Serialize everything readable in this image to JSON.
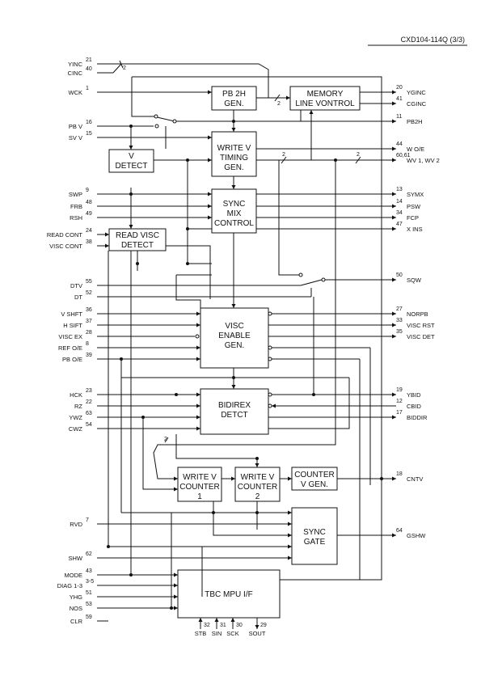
{
  "header": {
    "part_number": "CXD104-114Q (3/3)"
  },
  "blocks": {
    "pb2h": [
      "PB 2H",
      "GEN."
    ],
    "memory": [
      "MEMORY",
      "LINE VONTROL"
    ],
    "vdetect": [
      "V",
      "DETECT"
    ],
    "writev_timing": [
      "WRITE V",
      "TIMING",
      "GEN."
    ],
    "sync_mix": [
      "SYNC",
      "MIX",
      "CONTROL"
    ],
    "read_visc": [
      "READ VISC",
      "DETECT"
    ],
    "visc_enable": [
      "VISC",
      "ENABLE",
      "GEN."
    ],
    "bidirex": [
      "BIDIREX",
      "DETCT"
    ],
    "wvc1": [
      "WRITE V",
      "COUNTER",
      "1"
    ],
    "wvc2": [
      "WRITE V",
      "COUNTER",
      "2"
    ],
    "counter_vgen": [
      "COUNTER",
      "V GEN."
    ],
    "sync_gate": [
      "SYNC",
      "GATE"
    ],
    "tbc": [
      "TBC MPU I/F"
    ]
  },
  "inputs": [
    {
      "pin": "21",
      "label": "YINC"
    },
    {
      "pin": "40",
      "label": "CINC"
    },
    {
      "pin": "1",
      "label": "WCK"
    },
    {
      "pin": "16",
      "label": "PB V"
    },
    {
      "pin": "15",
      "label": "SV V"
    },
    {
      "pin": "9",
      "label": "SWP"
    },
    {
      "pin": "48",
      "label": "FRB"
    },
    {
      "pin": "49",
      "label": "RSH"
    },
    {
      "pin": "24",
      "label": "READ CONT"
    },
    {
      "pin": "38",
      "label": "VISC CONT"
    },
    {
      "pin": "55",
      "label": "DTV"
    },
    {
      "pin": "52",
      "label": "DT"
    },
    {
      "pin": "36",
      "label": "V SHFT"
    },
    {
      "pin": "37",
      "label": "H SIFT"
    },
    {
      "pin": "28",
      "label": "VISC EX"
    },
    {
      "pin": "8",
      "label": "REF O/E"
    },
    {
      "pin": "39",
      "label": "PB O/E"
    },
    {
      "pin": "23",
      "label": "HCK"
    },
    {
      "pin": "22",
      "label": "RZ"
    },
    {
      "pin": "63",
      "label": "YWZ"
    },
    {
      "pin": "54",
      "label": "CWZ"
    },
    {
      "pin": "7",
      "label": "RVD"
    },
    {
      "pin": "62",
      "label": "SHW"
    },
    {
      "pin": "43",
      "label": "MODE"
    },
    {
      "pin": "3-5",
      "label": "DIAG 1-3"
    },
    {
      "pin": "51",
      "label": "YHG"
    },
    {
      "pin": "53",
      "label": "NOS"
    },
    {
      "pin": "59",
      "label": "CLR"
    }
  ],
  "outputs": [
    {
      "pin": "20",
      "label": "YGINC"
    },
    {
      "pin": "41",
      "label": "CGINC"
    },
    {
      "pin": "11",
      "label": "PB2H"
    },
    {
      "pin": "44",
      "label": "W O/E"
    },
    {
      "pin": "60,61",
      "label": "WV 1, WV 2"
    },
    {
      "pin": "13",
      "label": "SYMX"
    },
    {
      "pin": "14",
      "label": "PSW"
    },
    {
      "pin": "34",
      "label": "FCP"
    },
    {
      "pin": "47",
      "label": "X INS"
    },
    {
      "pin": "50",
      "label": "SQW"
    },
    {
      "pin": "27",
      "label": "NORPB"
    },
    {
      "pin": "33",
      "label": "VISC RST"
    },
    {
      "pin": "35",
      "label": "VISC DET"
    },
    {
      "pin": "19",
      "label": "YBID"
    },
    {
      "pin": "12",
      "label": "CBID"
    },
    {
      "pin": "17",
      "label": "BIDDIR"
    },
    {
      "pin": "18",
      "label": "CNTV"
    },
    {
      "pin": "64",
      "label": "GSHW"
    }
  ],
  "tbc_pins": [
    {
      "pin": "32",
      "label": "STB"
    },
    {
      "pin": "31",
      "label": "SIN"
    },
    {
      "pin": "30",
      "label": "SCK"
    },
    {
      "pin": "29",
      "label": "SOUT"
    }
  ],
  "bus_width_labels": [
    "2",
    "2",
    "2",
    "2",
    "2"
  ]
}
